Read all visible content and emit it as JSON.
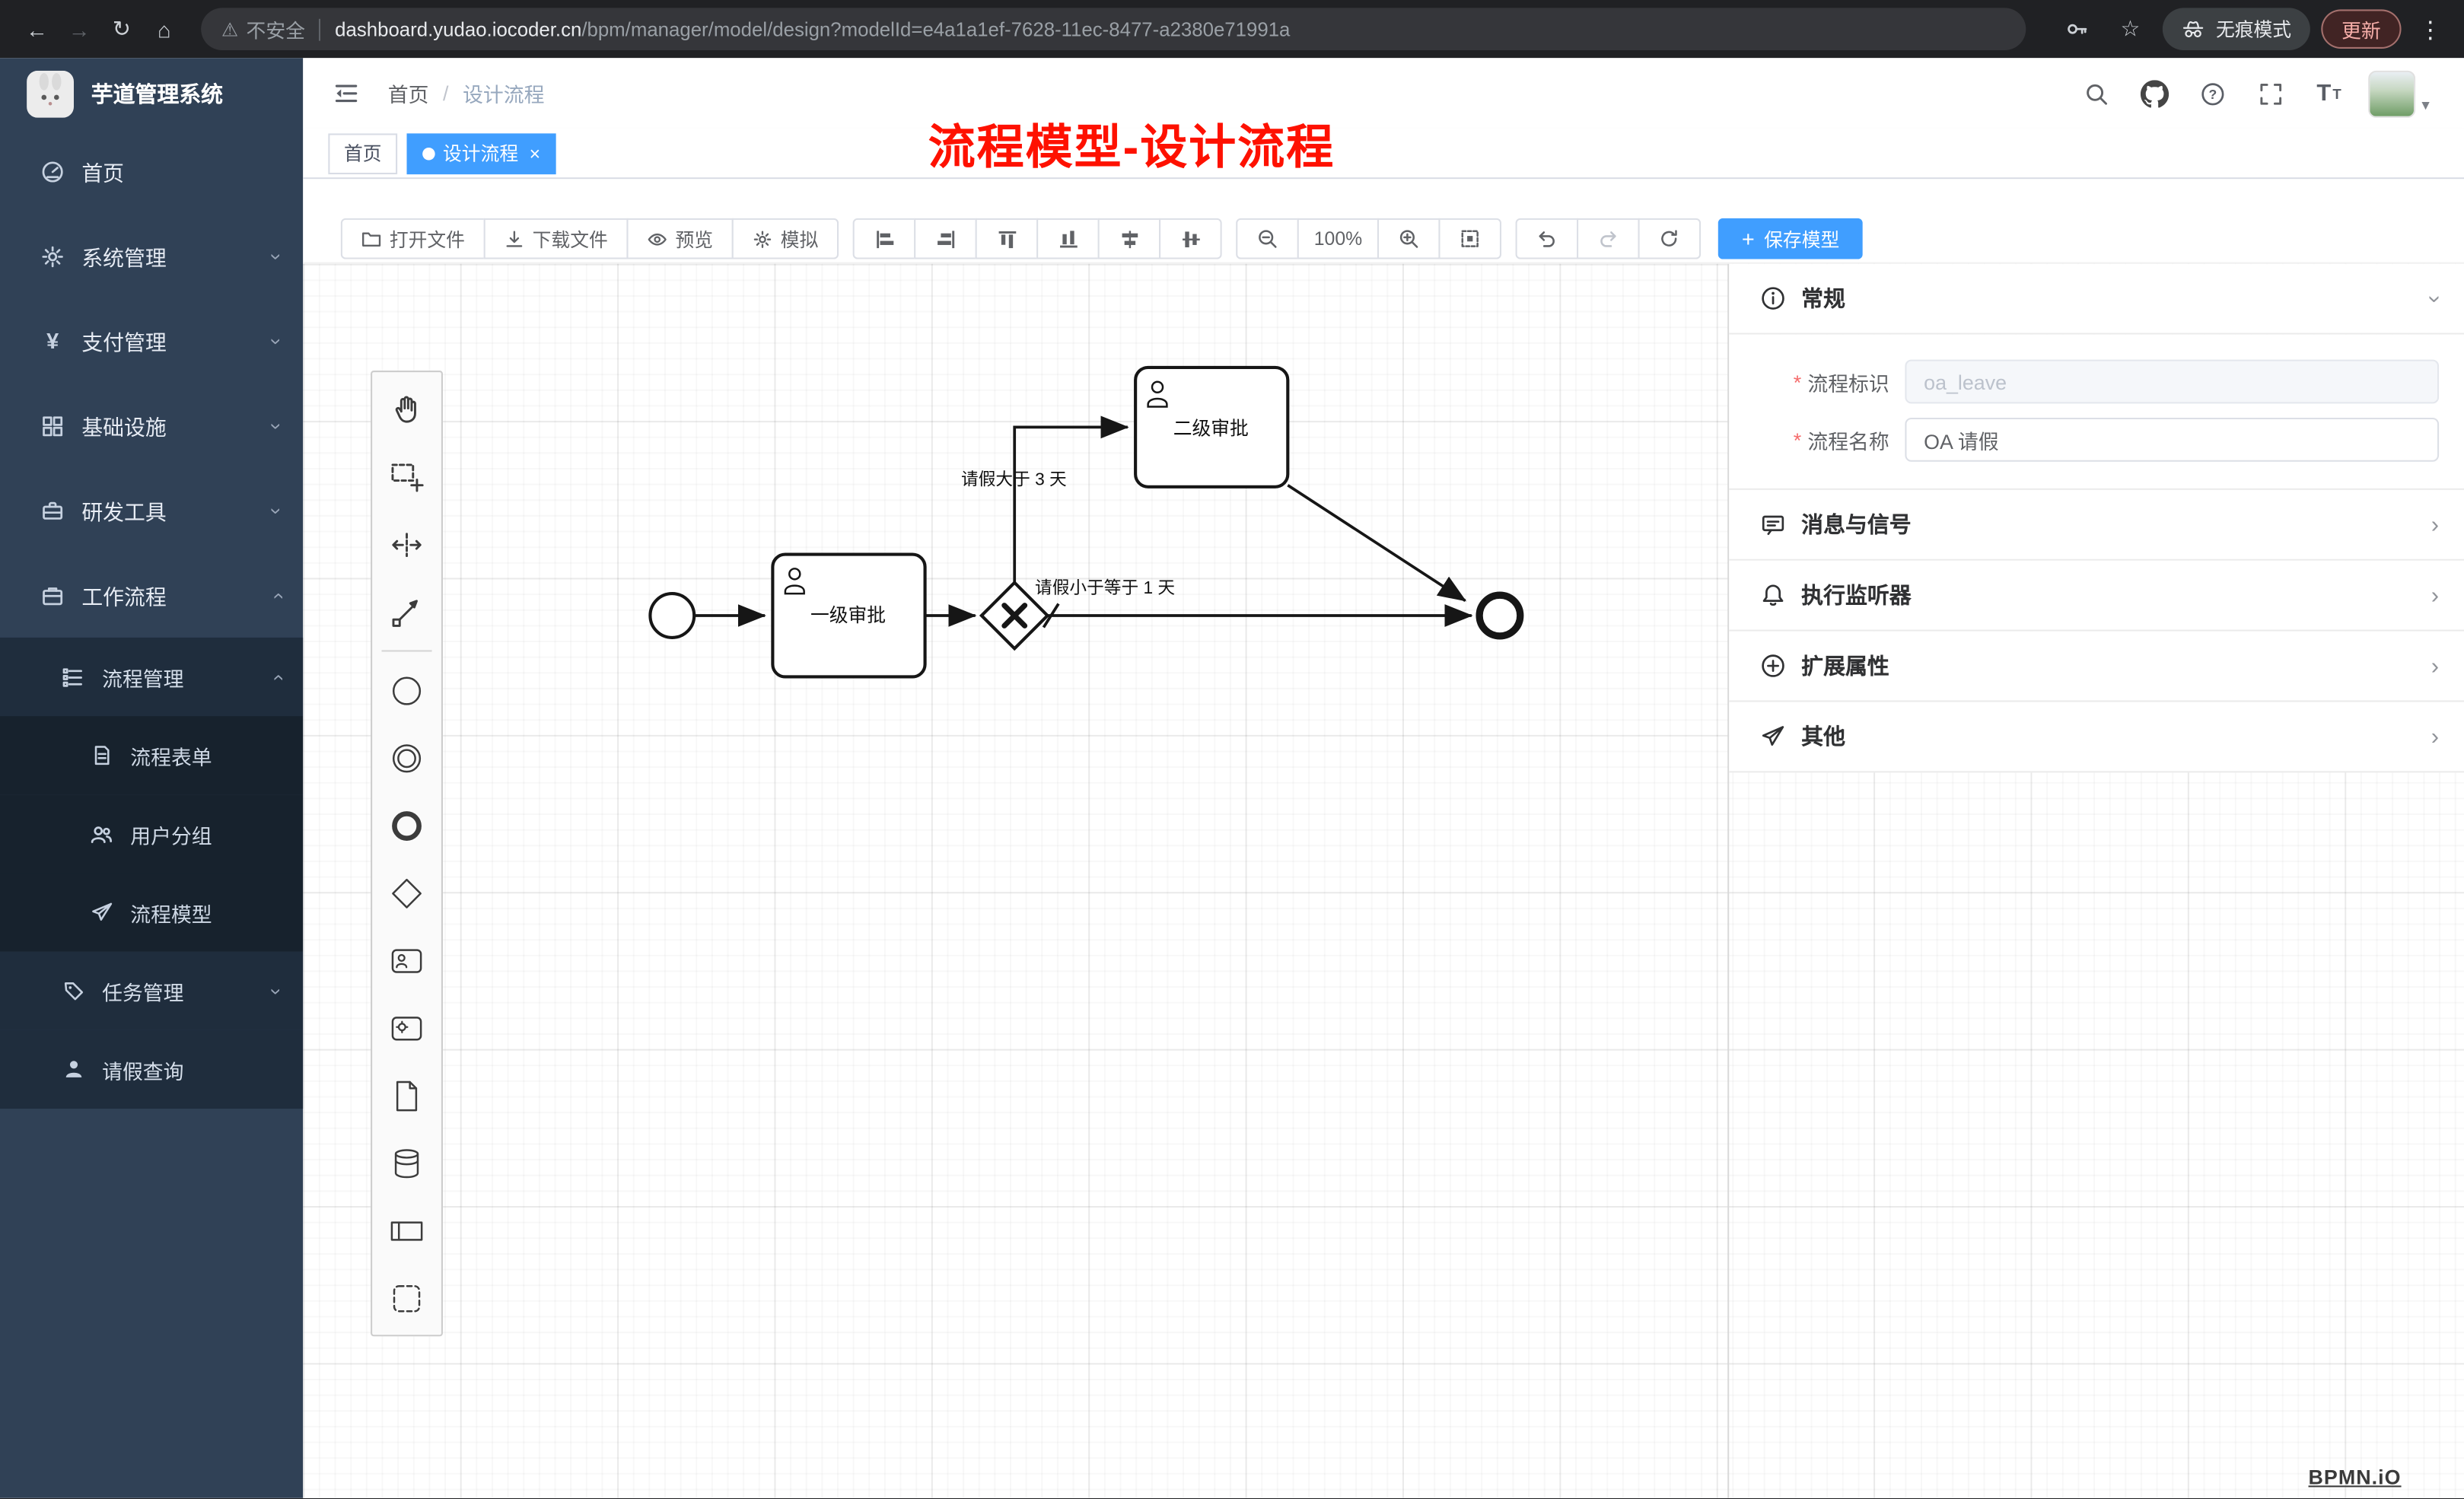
{
  "browser": {
    "security_label": "不安全",
    "url_domain": "dashboard.yudao.iocoder.cn",
    "url_path": "/bpm/manager/model/design?modelId=e4a1a1ef-7628-11ec-8477-a2380e71991a",
    "incognito_label": "无痕模式",
    "update_label": "更新"
  },
  "sidebar": {
    "title": "芋道管理系统",
    "items": [
      {
        "label": "首页"
      },
      {
        "label": "系统管理"
      },
      {
        "label": "支付管理"
      },
      {
        "label": "基础设施"
      },
      {
        "label": "研发工具"
      },
      {
        "label": "工作流程"
      },
      {
        "label": "流程管理"
      },
      {
        "label": "流程表单"
      },
      {
        "label": "用户分组"
      },
      {
        "label": "流程模型"
      },
      {
        "label": "任务管理"
      },
      {
        "label": "请假查询"
      }
    ]
  },
  "navbar": {
    "breadcrumb_home": "首页",
    "breadcrumb_current": "设计流程"
  },
  "annotation": "流程模型-设计流程",
  "tabs": {
    "home": "首页",
    "current": "设计流程"
  },
  "toolbar": {
    "open_file": "打开文件",
    "download_file": "下载文件",
    "preview": "预览",
    "simulate": "模拟",
    "zoom_level": "100%",
    "save_model": "保存模型"
  },
  "panel": {
    "sections": {
      "general": "常规",
      "message_signal": "消息与信号",
      "execution_listener": "执行监听器",
      "extended_attrs": "扩展属性",
      "other": "其他"
    },
    "fields": {
      "process_key_label": "流程标识",
      "process_key_value": "oa_leave",
      "process_name_label": "流程名称",
      "process_name_value": "OA 请假"
    }
  },
  "diagram": {
    "task_level1": "一级审批",
    "task_level2": "二级审批",
    "condition_gt3": "请假大于 3 天",
    "condition_le1": "请假小于等于 1 天"
  },
  "watermark": "BPMN.iO"
}
